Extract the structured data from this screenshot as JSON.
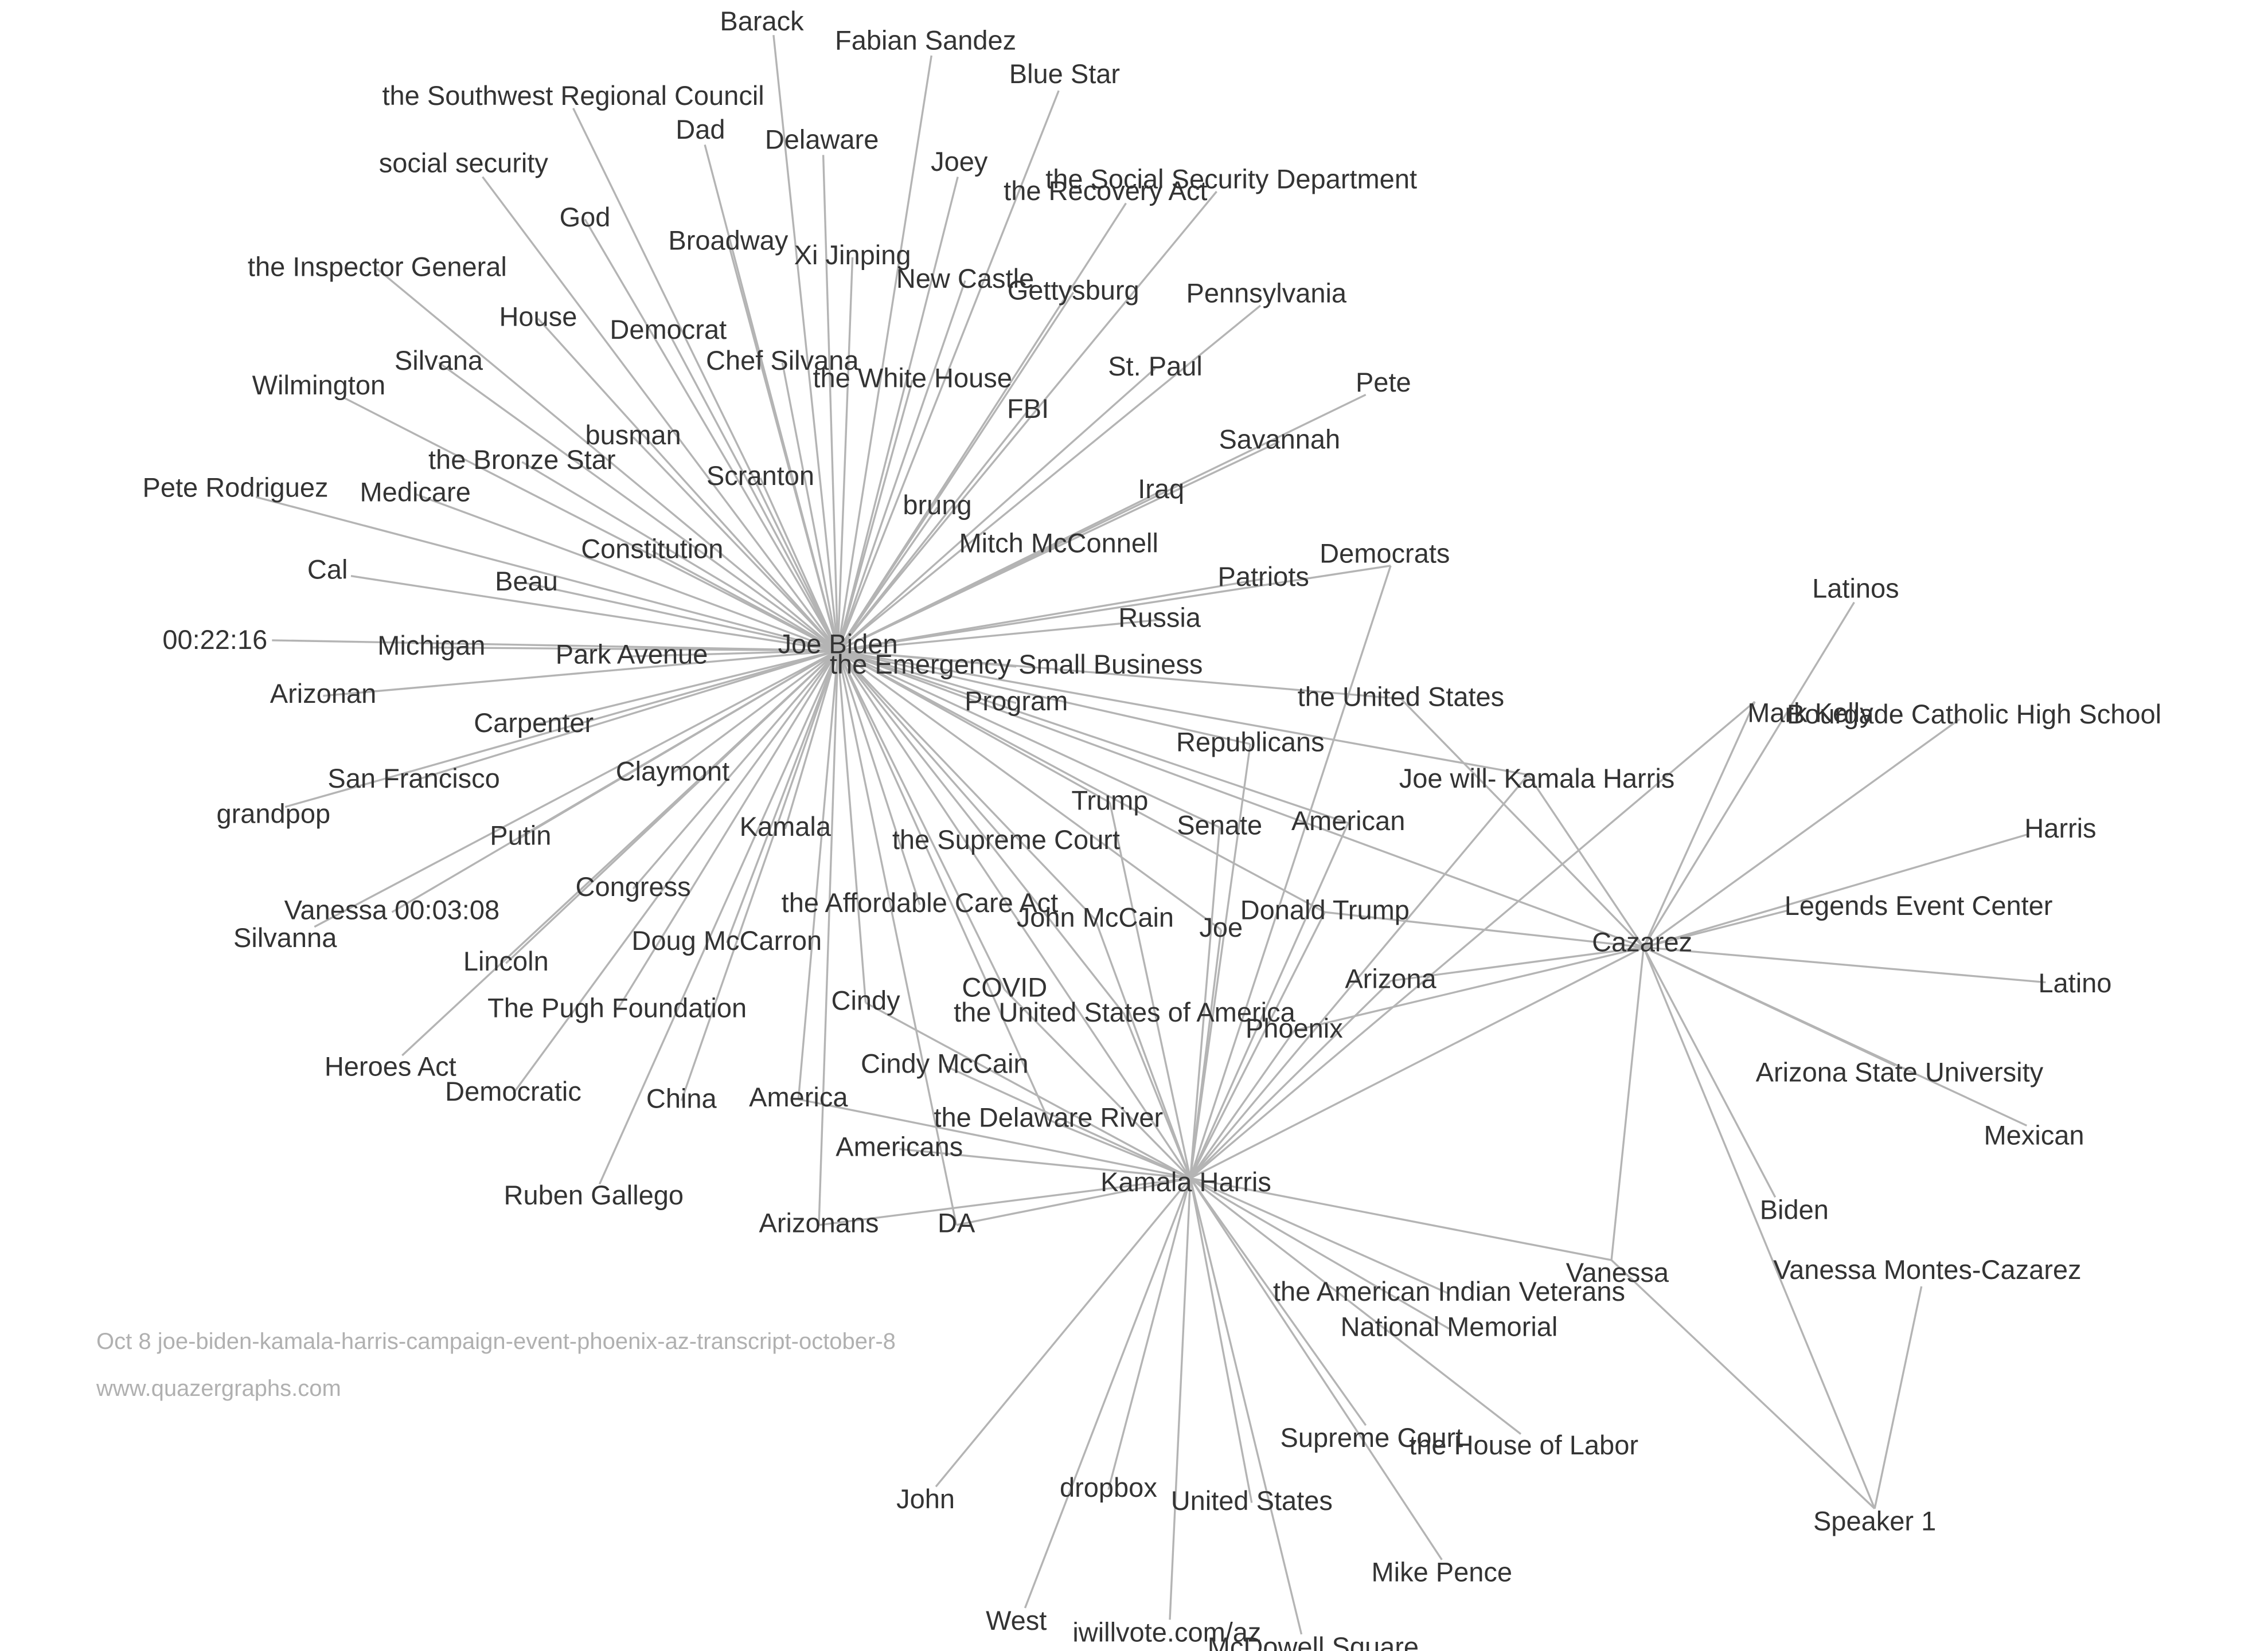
{
  "caption": {
    "title": "Oct 8 joe-biden-kamala-harris-campaign-event-phoenix-az-transcript-october-8",
    "site": "www.quazergraphs.com"
  },
  "colors": {
    "edge": "#b4b4b4",
    "label": "#333333",
    "caption": "#b0b0b0"
  },
  "graph": {
    "hubs": [
      "Joe Biden",
      "Kamala Harris",
      "Cazarez"
    ],
    "nodes": [
      "Joe Biden",
      "Kamala Harris",
      "Cazarez",
      "Barack",
      "Fabian Sandez",
      "Blue Star",
      "the Southwest Regional Council",
      "Dad",
      "Delaware",
      "Joey",
      "social security",
      "the Recovery Act",
      "the Social Security Department",
      "God",
      "Broadway",
      "Xi Jinping",
      "the Inspector General",
      "New Castle",
      "Gettysburg",
      "Pennsylvania",
      "House",
      "Democrat",
      "Silvana",
      "Chef Silvana",
      "the White House",
      "St. Paul",
      "Wilmington",
      "Pete",
      "FBI",
      "busman",
      "Savannah",
      "the Bronze Star",
      "Scranton",
      "Pete Rodriguez",
      "Medicare",
      "Iraq",
      "brung",
      "Mitch McConnell",
      "Constitution",
      "Democrats",
      "Cal",
      "Beau",
      "Patriots",
      "Russia",
      "Latinos",
      "00:22:16",
      "Michigan",
      "Park Avenue",
      "the Emergency Small Business",
      "Program",
      "the United States",
      "Arizonan",
      "Carpenter",
      "Republicans",
      "Mark Kelly",
      "Bourgade Catholic High School",
      "San Francisco",
      "Claymont",
      "Joe will- Kamala Harris",
      "grandpop",
      "Kamala",
      "Trump",
      "Putin",
      "the Supreme Court",
      "Senate",
      "American",
      "Harris",
      "Vanessa 00:03:08",
      "Congress",
      "the Affordable Care Act",
      "Donald Trump",
      "Legends Event Center",
      "Silvanna",
      "John McCain",
      "Joe",
      "Lincoln",
      "Doug McCarron",
      "Latino",
      "Arizona",
      "COVID",
      "Cindy",
      "The Pugh Foundation",
      "the United States of America",
      "Phoenix",
      "Heroes Act",
      "Cindy McCain",
      "Arizona State University",
      "Democratic",
      "China",
      "America",
      "the Delaware River",
      "Mexican",
      "Americans",
      "Ruben Gallego",
      "Biden",
      "Arizonans",
      "DA",
      "Vanessa",
      "Vanessa Montes-Cazarez",
      "the American Indian Veterans",
      "National Memorial",
      "Supreme Court",
      "the House of Labor",
      "John",
      "dropbox",
      "United States",
      "Speaker 1",
      "Mike Pence",
      "West",
      "iwillvote.com/az",
      "McDowell Square"
    ]
  }
}
